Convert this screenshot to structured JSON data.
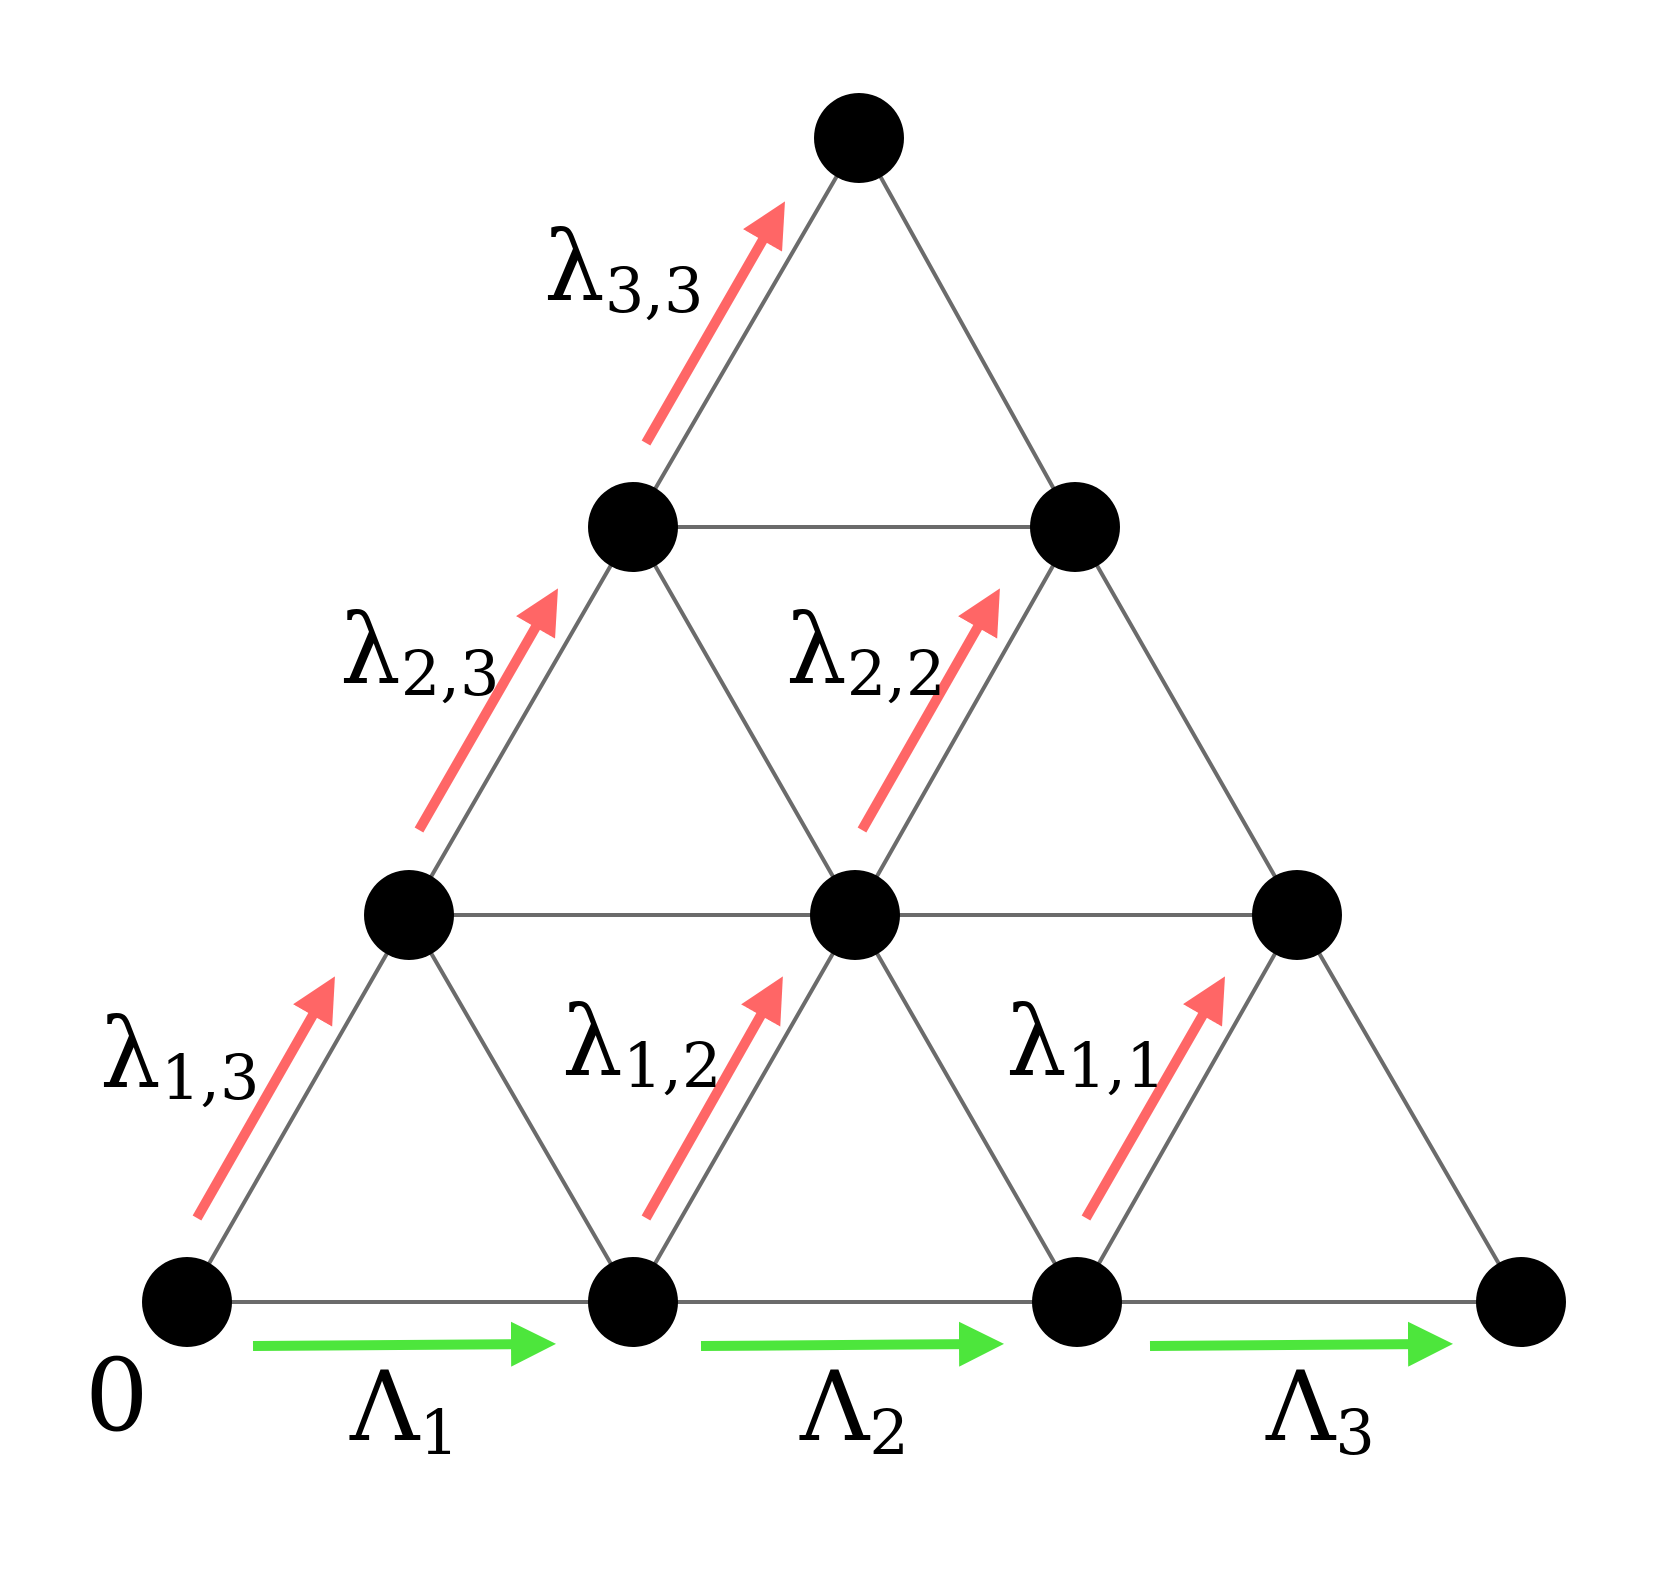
{
  "diagram": {
    "colors": {
      "background": "#ffffff",
      "node": "#000000",
      "edge": "#6b6b6b",
      "vertical_arrow": "#ff6666",
      "horizontal_arrow": "#4de63c",
      "text": "#000000"
    },
    "origin_label": "0",
    "lambda_symbol": "λ",
    "Lambda_symbol": "Λ",
    "lambda_labels": [
      {
        "sub": "1,3"
      },
      {
        "sub": "1,2"
      },
      {
        "sub": "1,1"
      },
      {
        "sub": "2,3"
      },
      {
        "sub": "2,2"
      },
      {
        "sub": "3,3"
      }
    ],
    "Lambda_labels": [
      {
        "sub": "1"
      },
      {
        "sub": "2"
      },
      {
        "sub": "3"
      }
    ]
  }
}
